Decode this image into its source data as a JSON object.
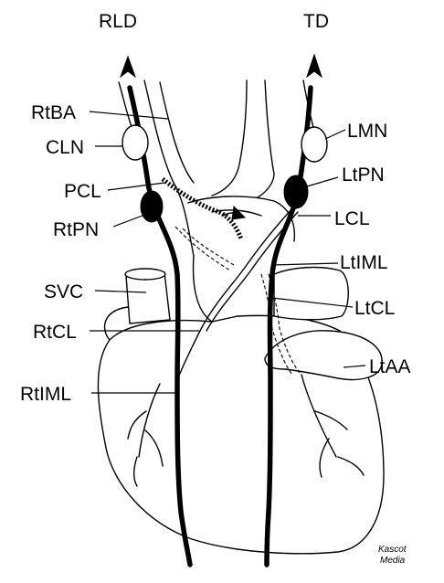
{
  "labels": {
    "rld": "RLD",
    "td": "TD",
    "rtba": "RtBA",
    "cln": "CLN",
    "pcl": "PCL",
    "rtpn": "RtPN",
    "svc": "SVC",
    "rtcl": "RtCL",
    "rtiml": "RtIML",
    "lmn": "LMN",
    "ltpn": "LtPN",
    "lcl": "LCL",
    "ltiml": "LtIML",
    "ltcl": "LtCL",
    "ltaa": "LtAA"
  },
  "credit": {
    "line1": "Kascot",
    "line2": "Media"
  }
}
